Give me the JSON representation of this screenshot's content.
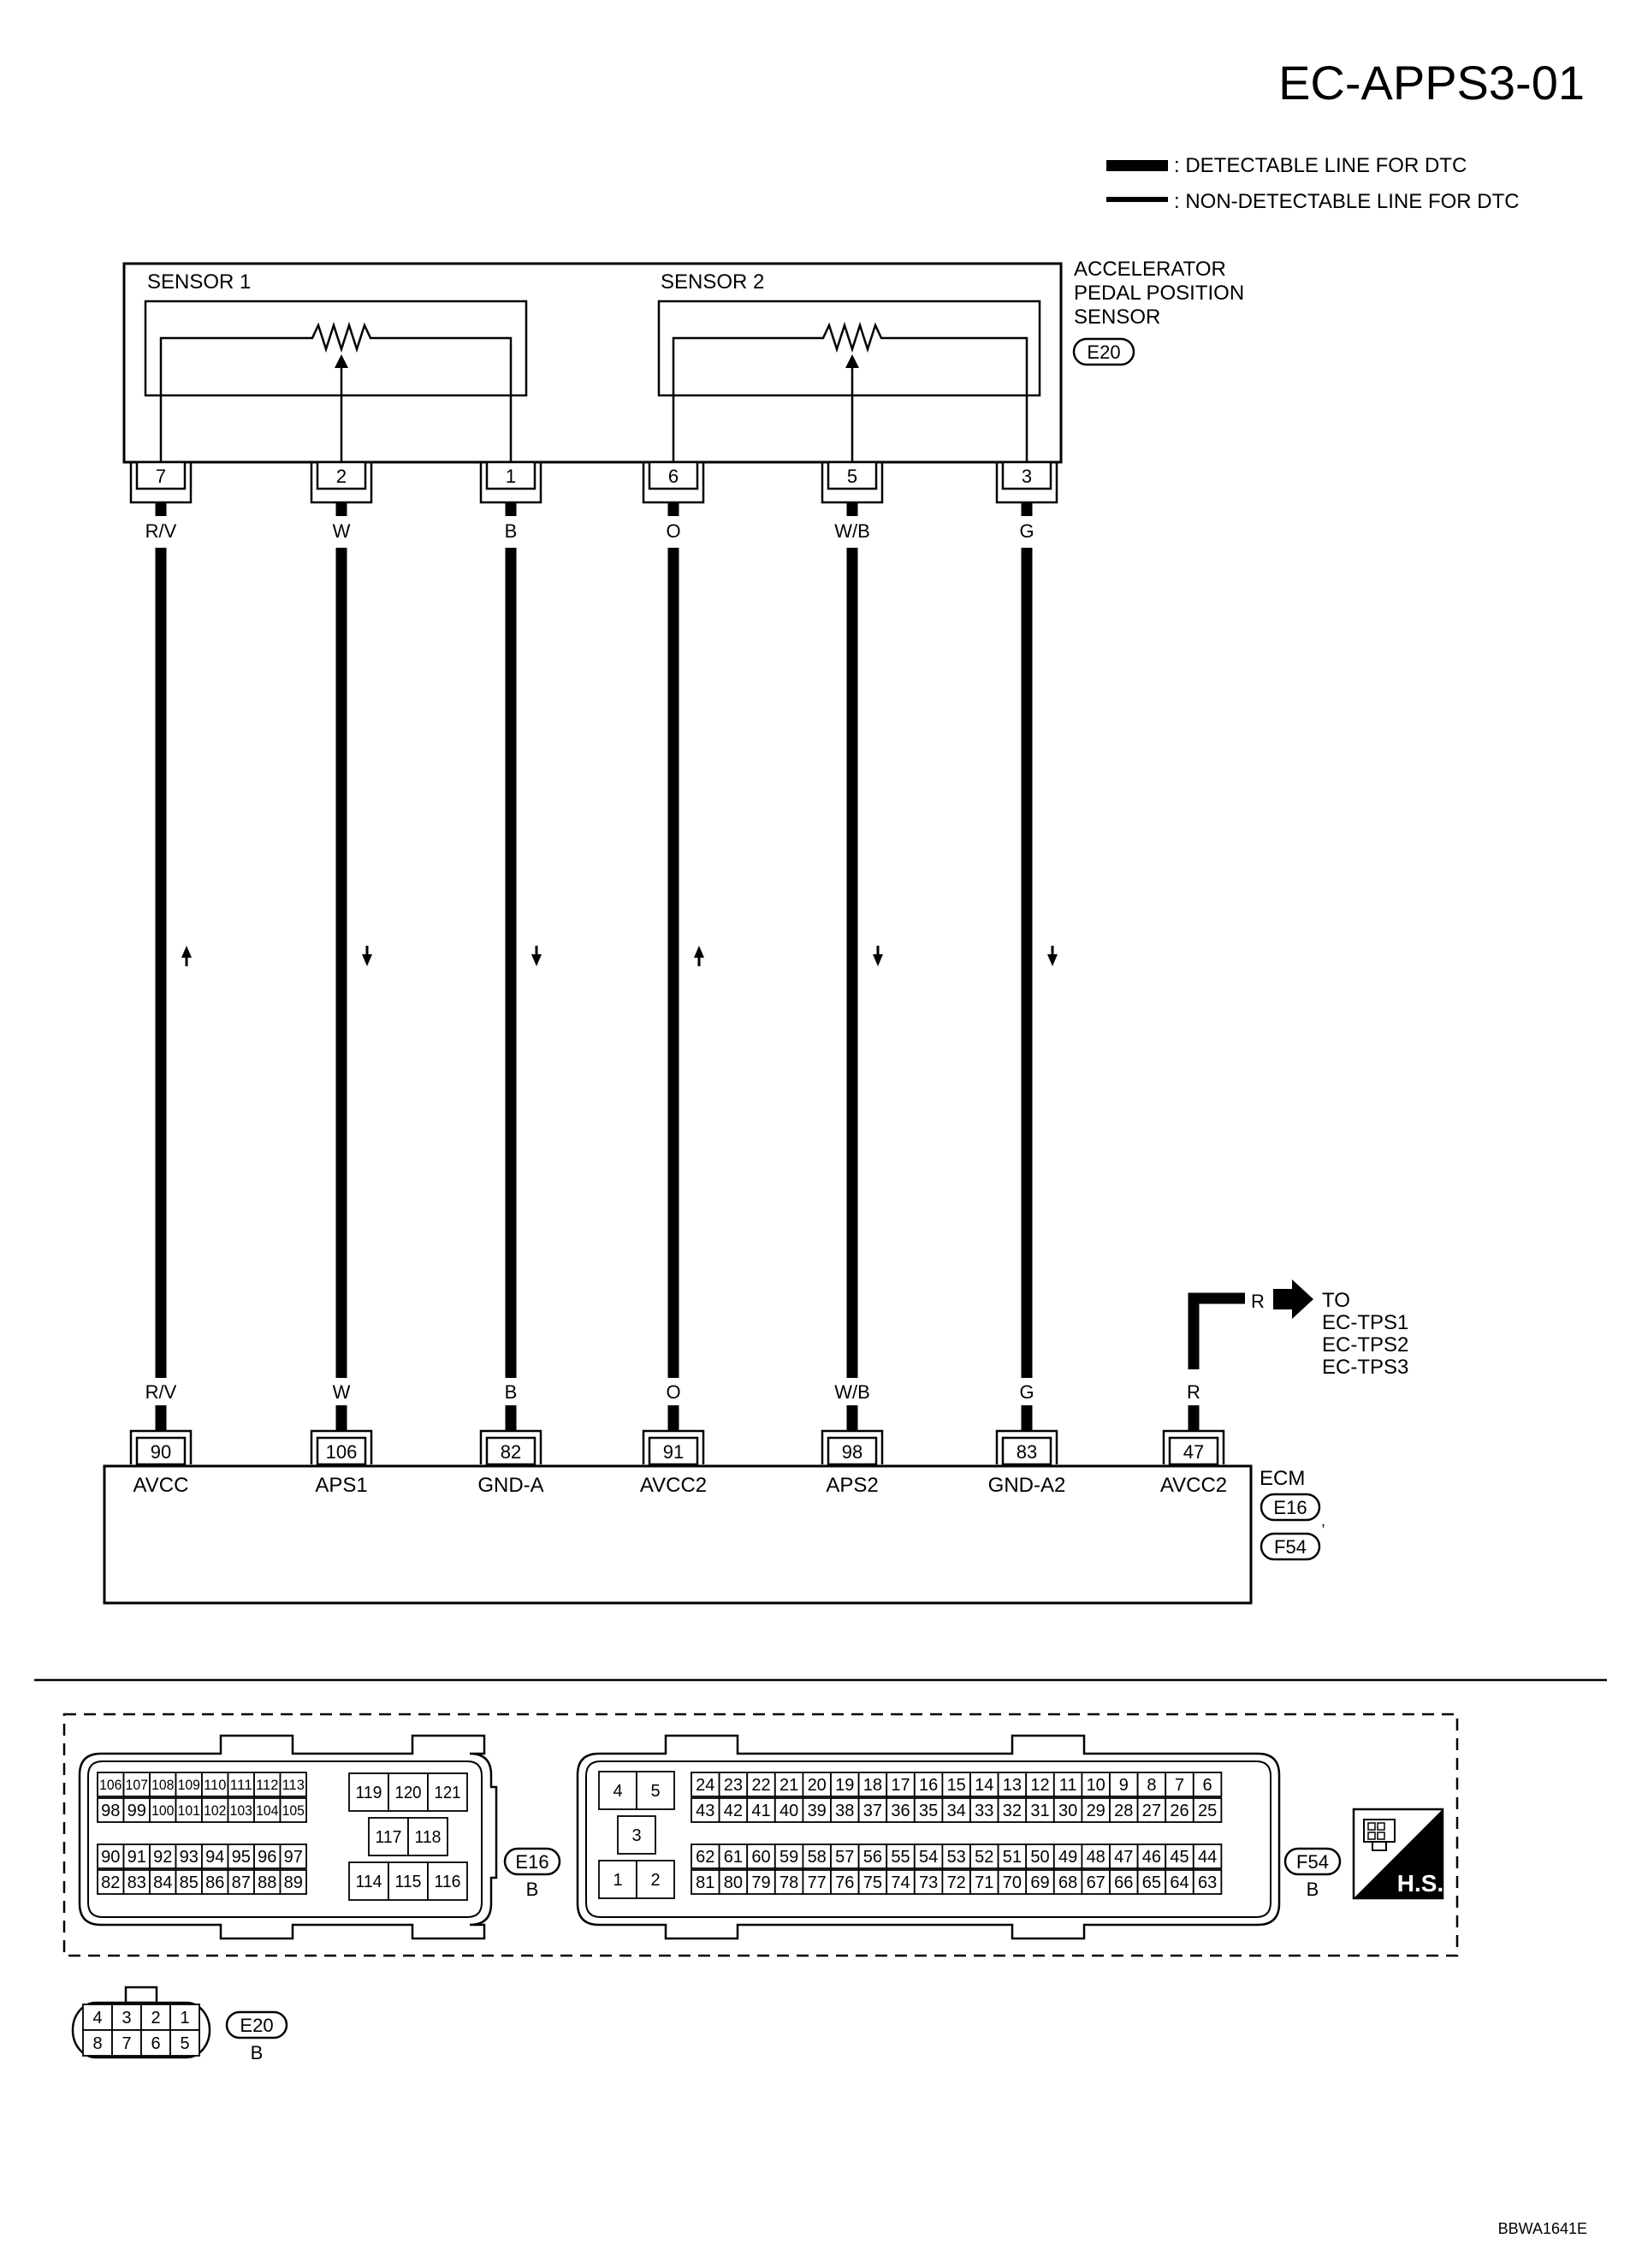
{
  "title": "EC-APPS3-01",
  "legend": {
    "detectable": ": DETECTABLE LINE FOR DTC",
    "non_detectable": ": NON-DETECTABLE LINE FOR DTC"
  },
  "sensor": {
    "name_lines": [
      "ACCELERATOR",
      "PEDAL POSITION",
      "SENSOR"
    ],
    "connector": "E20",
    "sensor1_label": "SENSOR 1",
    "sensor2_label": "SENSOR 2"
  },
  "wires": [
    {
      "sensor_pin": "7",
      "color": "R/V",
      "ecm_pin": "90",
      "ecm_label": "AVCC",
      "direction": "up"
    },
    {
      "sensor_pin": "2",
      "color": "W",
      "ecm_pin": "106",
      "ecm_label": "APS1",
      "direction": "down"
    },
    {
      "sensor_pin": "1",
      "color": "B",
      "ecm_pin": "82",
      "ecm_label": "GND-A",
      "direction": "down"
    },
    {
      "sensor_pin": "6",
      "color": "O",
      "ecm_pin": "91",
      "ecm_label": "AVCC2",
      "direction": "up"
    },
    {
      "sensor_pin": "5",
      "color": "W/B",
      "ecm_pin": "98",
      "ecm_label": "APS2",
      "direction": "down"
    },
    {
      "sensor_pin": "3",
      "color": "G",
      "ecm_pin": "83",
      "ecm_label": "GND-A2",
      "direction": "down"
    }
  ],
  "branch": {
    "color": "R",
    "ecm_pin": "47",
    "ecm_label": "AVCC2",
    "to_lines": [
      "TO",
      "EC-TPS1",
      "EC-TPS2",
      "EC-TPS3"
    ]
  },
  "ecm": {
    "name": "ECM",
    "connectors": [
      "E16",
      "F54"
    ],
    "separator": ","
  },
  "connector_views": {
    "e16": {
      "id": "E16",
      "color": "B",
      "rows": [
        [
          "106",
          "107",
          "108",
          "109",
          "110",
          "111",
          "112",
          "113"
        ],
        [
          "98",
          "99",
          "100",
          "101",
          "102",
          "103",
          "104",
          "105"
        ],
        [
          "90",
          "91",
          "92",
          "93",
          "94",
          "95",
          "96",
          "97"
        ],
        [
          "82",
          "83",
          "84",
          "85",
          "86",
          "87",
          "88",
          "89"
        ]
      ],
      "block_top": [
        "119",
        "120",
        "121"
      ],
      "block_mid": [
        "117",
        "118"
      ],
      "block_bot": [
        "114",
        "115",
        "116"
      ]
    },
    "f54": {
      "id": "F54",
      "color": "B",
      "left_top": [
        "4",
        "5"
      ],
      "left_mid": "3",
      "left_bot": [
        "1",
        "2"
      ],
      "rows": [
        [
          "24",
          "23",
          "22",
          "21",
          "20",
          "19",
          "18",
          "17",
          "16",
          "15",
          "14",
          "13",
          "12",
          "11",
          "10",
          "9",
          "8",
          "7",
          "6"
        ],
        [
          "43",
          "42",
          "41",
          "40",
          "39",
          "38",
          "37",
          "36",
          "35",
          "34",
          "33",
          "32",
          "31",
          "30",
          "29",
          "28",
          "27",
          "26",
          "25"
        ],
        [
          "62",
          "61",
          "60",
          "59",
          "58",
          "57",
          "56",
          "55",
          "54",
          "53",
          "52",
          "51",
          "50",
          "49",
          "48",
          "47",
          "46",
          "45",
          "44"
        ],
        [
          "81",
          "80",
          "79",
          "78",
          "77",
          "76",
          "75",
          "74",
          "73",
          "72",
          "71",
          "70",
          "69",
          "68",
          "67",
          "66",
          "65",
          "64",
          "63"
        ]
      ]
    },
    "e20": {
      "id": "E20",
      "color": "B",
      "rows": [
        [
          "4",
          "3",
          "2",
          "1"
        ],
        [
          "8",
          "7",
          "6",
          "5"
        ]
      ]
    },
    "hs_badge": "H.S."
  },
  "figure_code": "BBWA1641E"
}
